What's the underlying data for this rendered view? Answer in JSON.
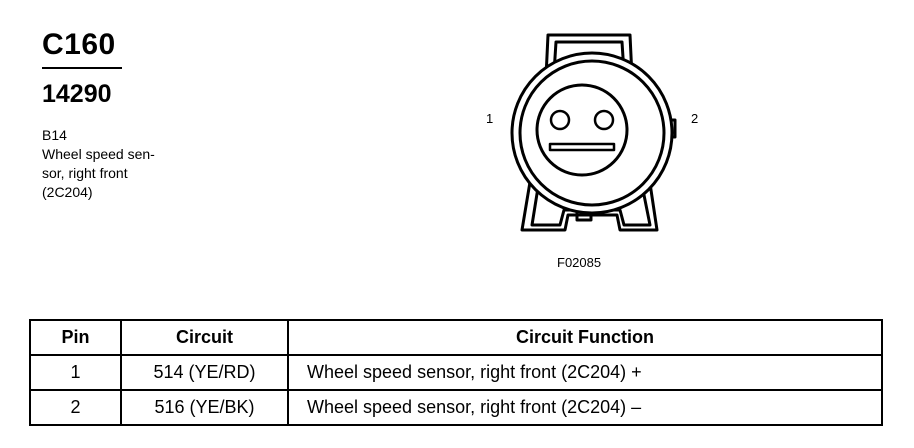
{
  "header": {
    "connector_id": "C160",
    "part_number": "14290"
  },
  "description": {
    "lines": [
      "B14",
      "Wheel speed sen-",
      "sor, right front",
      "(2C204)"
    ]
  },
  "diagram": {
    "pin_left_label": "1",
    "pin_right_label": "2",
    "figure_code": "F02085"
  },
  "table": {
    "headers": [
      "Pin",
      "Circuit",
      "Circuit Function"
    ],
    "rows": [
      [
        "1",
        "514 (YE/RD)",
        "Wheel speed sensor, right front (2C204) +"
      ],
      [
        "2",
        "516 (YE/BK)",
        "Wheel speed sensor, right front (2C204) –"
      ]
    ]
  }
}
